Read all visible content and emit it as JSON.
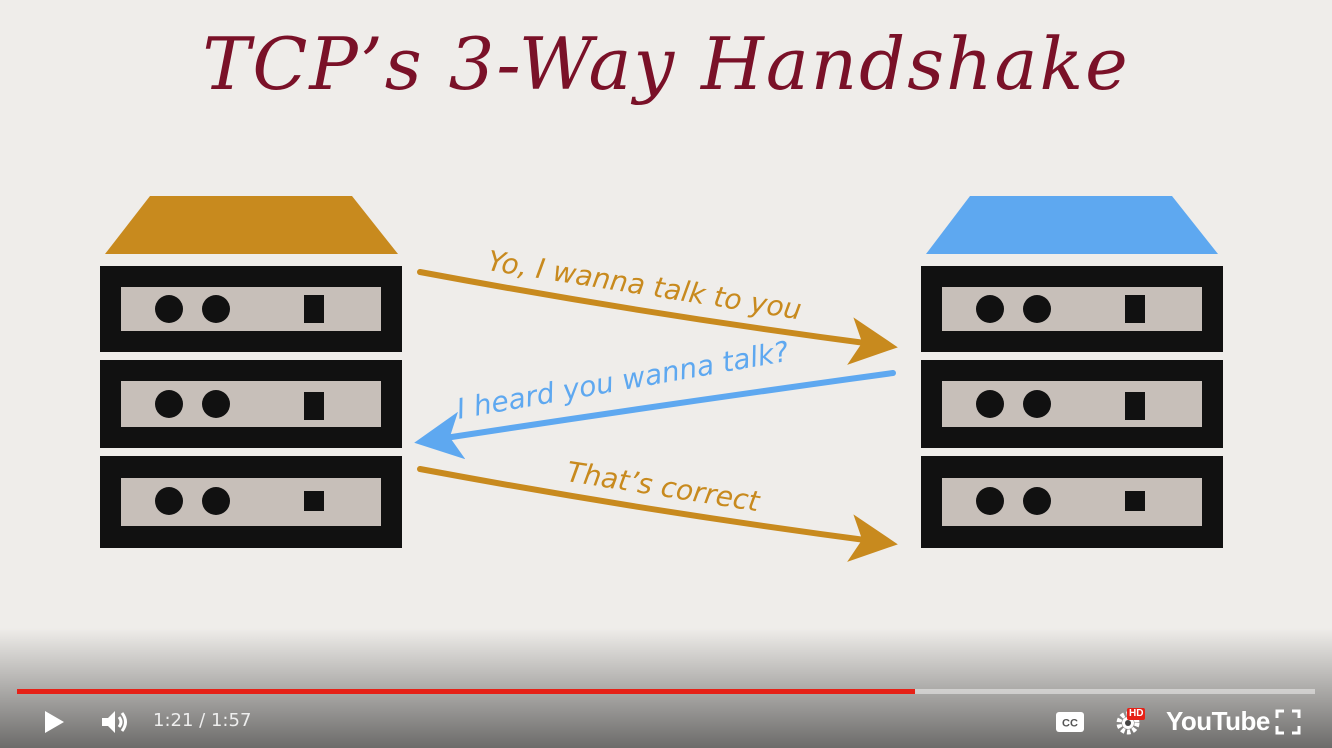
{
  "video": {
    "title": "TCP’s 3-Way Handshake",
    "messages": [
      {
        "text": "Yo, I wanna talk to you",
        "direction": "client-to-server",
        "color": "#c88a1e"
      },
      {
        "text": "I heard you wanna talk?",
        "direction": "server-to-client",
        "color": "#5ea8f0"
      },
      {
        "text": "That’s correct",
        "direction": "client-to-server",
        "color": "#c88a1e"
      }
    ],
    "colors": {
      "title": "#7a1128",
      "client_roof": "#c88a1e",
      "server_roof": "#5ea8f0",
      "rack": "#111111",
      "panel": "#c7bfb9"
    }
  },
  "player": {
    "current_time": "1:21",
    "separator": "/",
    "duration": "1:57",
    "progress_fraction": 0.692,
    "progress_color": "#e62117",
    "hd_badge": "HD",
    "brand": "YouTube",
    "icons": [
      "play-icon",
      "volume-icon",
      "captions-icon",
      "settings-icon",
      "fullscreen-icon"
    ]
  }
}
